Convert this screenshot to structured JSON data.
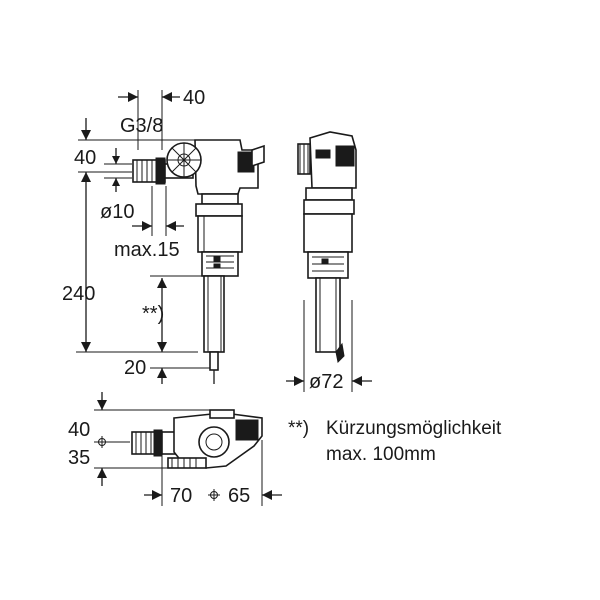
{
  "dimensions": {
    "top_width": "40",
    "thread": "G3/8",
    "inlet_height": "40",
    "pipe_diameter": "ø10",
    "max_offset": "max.15",
    "total_height": "240",
    "shortening_marker": "**)",
    "bottom_clearance": "20",
    "base_diameter": "ø72",
    "plan_depth_top": "40",
    "plan_depth_bottom": "35",
    "plan_width_left": "70",
    "plan_width_right": "65"
  },
  "footnote": {
    "marker": "**)",
    "line1": "Kürzungsmöglichkeit",
    "line2": "max. 100mm"
  }
}
